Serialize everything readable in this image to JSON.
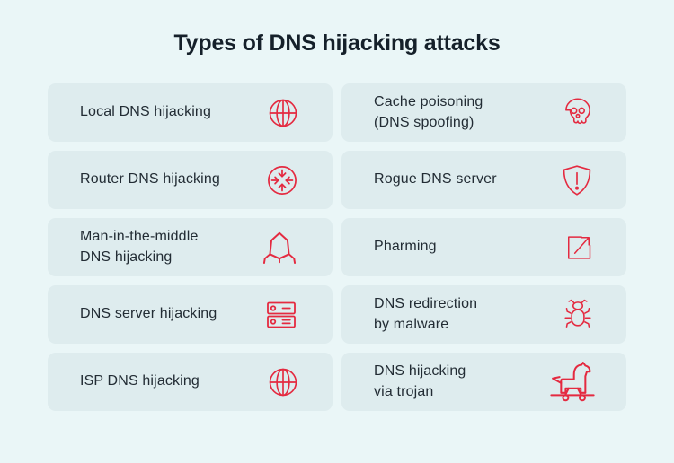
{
  "title": "Types of DNS hijacking attacks",
  "colors": {
    "background": "#eaf6f7",
    "card": "#deecee",
    "accent": "#e42a40",
    "text": "#222c34",
    "title": "#15202a"
  },
  "cards": [
    {
      "label": "Local DNS hijacking",
      "icon": "globe-icon"
    },
    {
      "label": "Cache poisoning\n(DNS spoofing)",
      "icon": "skull-icon"
    },
    {
      "label": "Router DNS hijacking",
      "icon": "router-icon"
    },
    {
      "label": "Rogue DNS server",
      "icon": "shield-alert-icon"
    },
    {
      "label": "Man-in-the-middle\nDNS hijacking",
      "icon": "hacker-hood-icon"
    },
    {
      "label": "Pharming",
      "icon": "external-link-icon"
    },
    {
      "label": "DNS server hijacking",
      "icon": "server-icon"
    },
    {
      "label": "DNS redirection\nby malware",
      "icon": "bug-icon"
    },
    {
      "label": "ISP DNS hijacking",
      "icon": "globe-icon"
    },
    {
      "label": "DNS hijacking\nvia trojan",
      "icon": "trojan-horse-icon"
    }
  ]
}
